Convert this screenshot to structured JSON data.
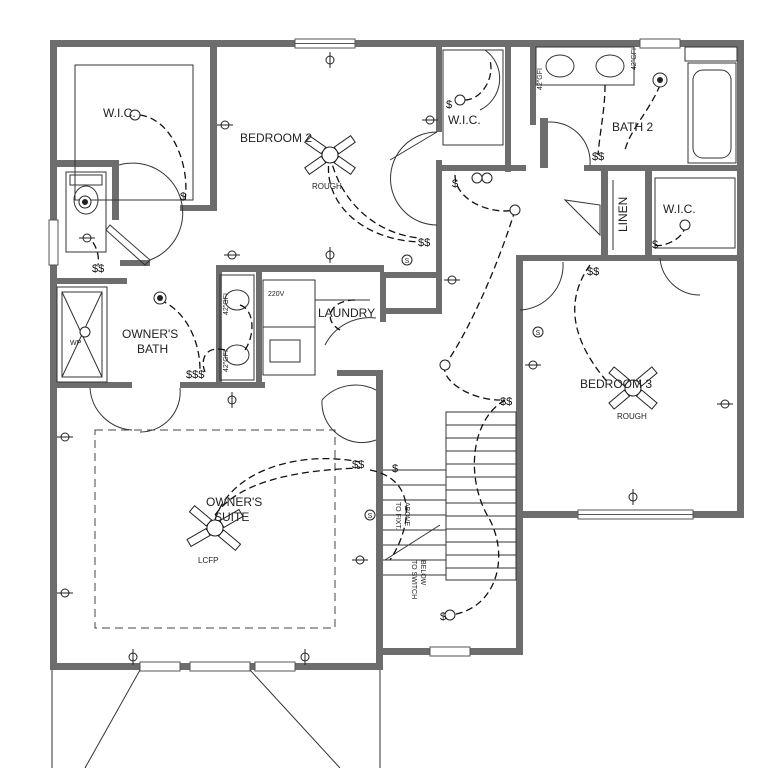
{
  "rooms": {
    "wic_left": "W.I.C.",
    "bedroom2": "BEDROOM 2",
    "wic_top": "W.I.C.",
    "bath2": "BATH 2",
    "linen": "LINEN",
    "wic_right": "W.I.C.",
    "owners_bath_line1": "OWNER'S",
    "owners_bath_line2": "BATH",
    "laundry": "LAUNDRY",
    "bedroom3": "BEDROOM 3",
    "owners_suite_line1": "OWNER'S",
    "owners_suite_line2": "SUITE"
  },
  "annotations": {
    "rough_bed2": "ROUGH",
    "rough_bed3": "ROUGH",
    "lcfp": "LCFP",
    "volt": "220V",
    "to_fixt_line1": "TO FIXT.",
    "to_fixt_line2": "ABOVE",
    "to_switch_line1": "TO SWITCH",
    "to_switch_line2": "BELOW",
    "gfi": "42\"GFI",
    "wp": "WP"
  },
  "symbols": {
    "switch": "$",
    "switch_double": "$$",
    "switch_triple": "$$$",
    "smoke": "S"
  },
  "colors": {
    "wall": "#6d6d6d",
    "line": "#222222",
    "background": "#ffffff"
  }
}
